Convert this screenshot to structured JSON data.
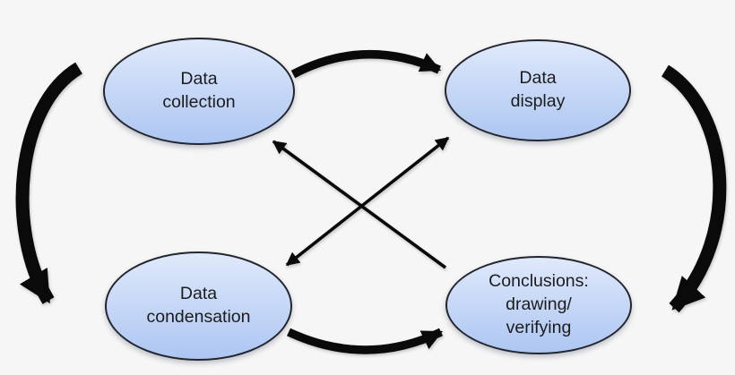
{
  "diagram": {
    "background_color": "#f6f6f6",
    "node_style": {
      "fill_top": "#dfe9fb",
      "fill_bottom": "#adc6f2",
      "border_color": "#23262e",
      "text_color": "#1c1c1c"
    },
    "arrow_color": "#0a0a0a",
    "nodes": [
      {
        "id": "data-collection",
        "label": "Data\ncollection"
      },
      {
        "id": "data-display",
        "label": "Data\ndisplay"
      },
      {
        "id": "data-condensation",
        "label": "Data\ncondensation"
      },
      {
        "id": "conclusions-drawing-verifying",
        "label": "Conclusions:\ndrawing/\nverifying"
      }
    ],
    "edges": [
      {
        "from": "data-collection",
        "to": "data-display",
        "type": "thick-curved-arrow",
        "direction": "one-way"
      },
      {
        "from": "data-condensation",
        "to": "conclusions-drawing-verifying",
        "type": "thick-curved-arrow",
        "direction": "one-way"
      },
      {
        "from": "data-collection",
        "to": "data-condensation",
        "type": "thick-curved-arrow",
        "direction": "one-way"
      },
      {
        "from": "data-display",
        "to": "conclusions-drawing-verifying",
        "type": "thick-curved-arrow",
        "direction": "one-way"
      },
      {
        "from": "conclusions-drawing-verifying",
        "to": "data-collection",
        "type": "thin-straight-arrow",
        "direction": "one-way"
      },
      {
        "from": "data-display",
        "to": "data-condensation",
        "type": "thin-straight-arrow",
        "direction": "two-way"
      }
    ]
  }
}
